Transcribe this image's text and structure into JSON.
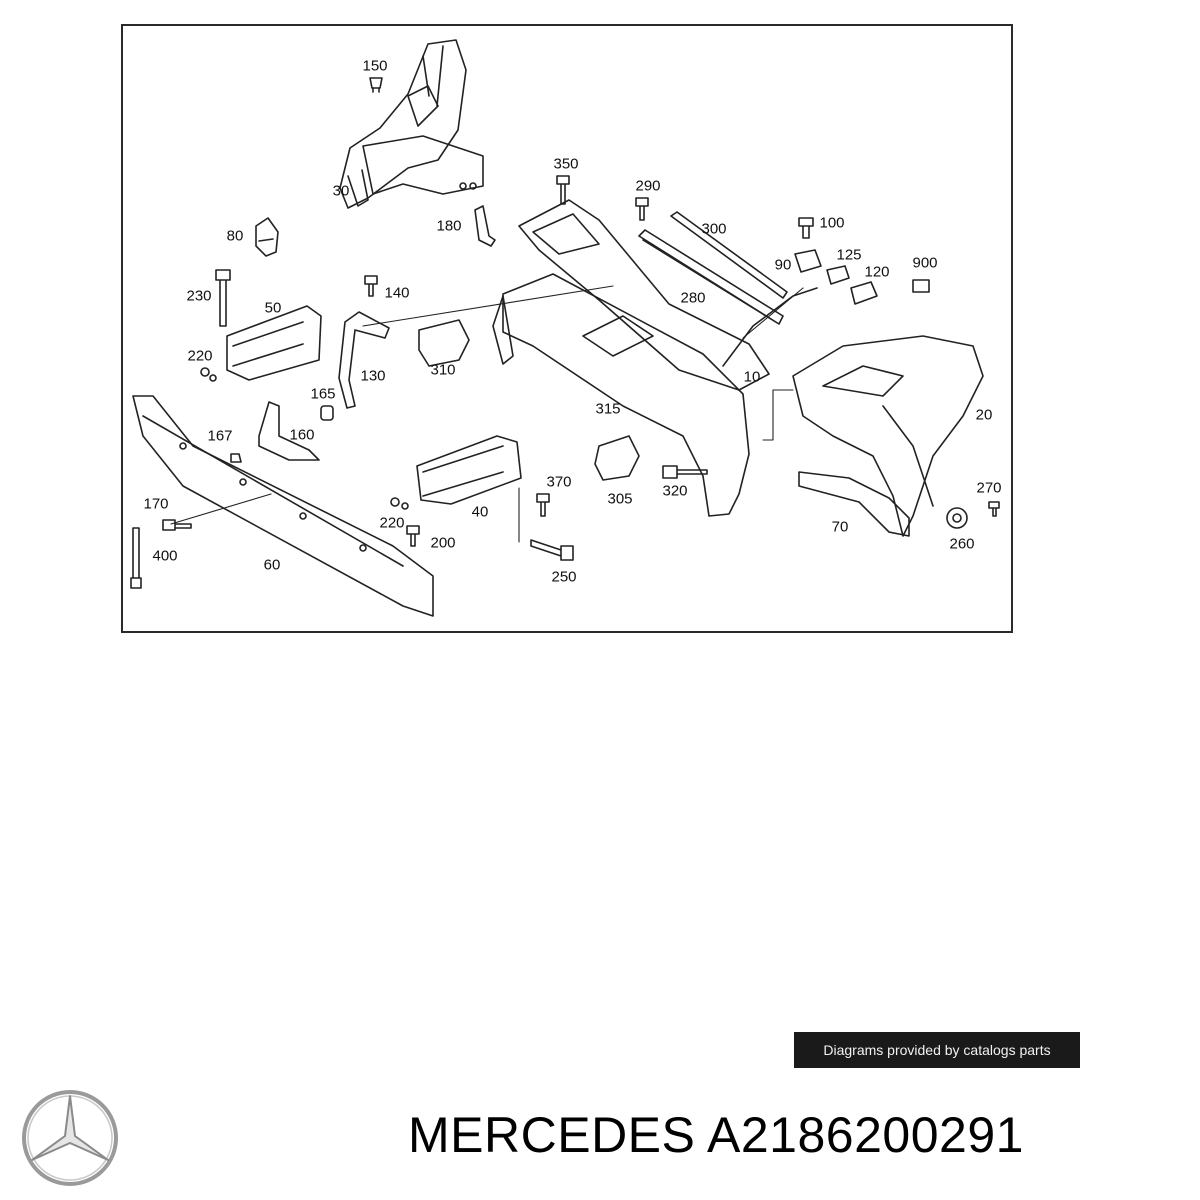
{
  "diagram": {
    "callouts": [
      {
        "id": "150",
        "label": "150"
      },
      {
        "id": "30",
        "label": "30"
      },
      {
        "id": "180",
        "label": "180"
      },
      {
        "id": "80",
        "label": "80"
      },
      {
        "id": "350",
        "label": "350"
      },
      {
        "id": "290",
        "label": "290"
      },
      {
        "id": "300",
        "label": "300"
      },
      {
        "id": "100",
        "label": "100"
      },
      {
        "id": "125",
        "label": "125"
      },
      {
        "id": "90",
        "label": "90"
      },
      {
        "id": "120",
        "label": "120"
      },
      {
        "id": "900",
        "label": "900"
      },
      {
        "id": "230",
        "label": "230"
      },
      {
        "id": "50",
        "label": "50"
      },
      {
        "id": "140",
        "label": "140"
      },
      {
        "id": "280",
        "label": "280"
      },
      {
        "id": "220a",
        "label": "220"
      },
      {
        "id": "130",
        "label": "130"
      },
      {
        "id": "310",
        "label": "310"
      },
      {
        "id": "10",
        "label": "10"
      },
      {
        "id": "165",
        "label": "165"
      },
      {
        "id": "315",
        "label": "315"
      },
      {
        "id": "20",
        "label": "20"
      },
      {
        "id": "167",
        "label": "167"
      },
      {
        "id": "160",
        "label": "160"
      },
      {
        "id": "370",
        "label": "370"
      },
      {
        "id": "305",
        "label": "305"
      },
      {
        "id": "320",
        "label": "320"
      },
      {
        "id": "270",
        "label": "270"
      },
      {
        "id": "170",
        "label": "170"
      },
      {
        "id": "220b",
        "label": "220"
      },
      {
        "id": "40",
        "label": "40"
      },
      {
        "id": "70",
        "label": "70"
      },
      {
        "id": "200",
        "label": "200"
      },
      {
        "id": "260",
        "label": "260"
      },
      {
        "id": "400",
        "label": "400"
      },
      {
        "id": "60",
        "label": "60"
      },
      {
        "id": "250",
        "label": "250"
      }
    ]
  },
  "banner": {
    "text": "Diagrams provided by catalogs parts"
  },
  "title": {
    "text": "MERCEDES A2186200291"
  },
  "brand": {
    "icon": "mercedes-star-icon"
  },
  "colors": {
    "line": "#222222",
    "banner_bg": "#1a1a1a",
    "banner_text": "#f2f2f2"
  }
}
